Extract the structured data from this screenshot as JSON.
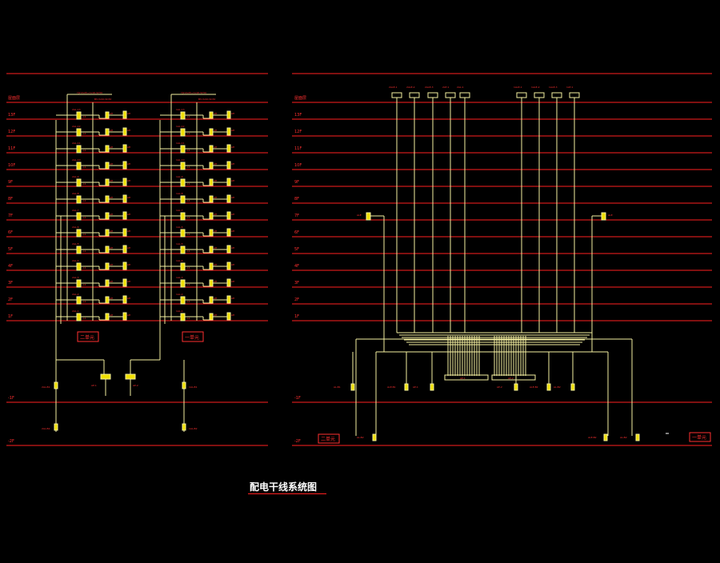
{
  "title": "配电干线系统图",
  "colors": {
    "background": "#000000",
    "floor_line": "#ff2020",
    "wire": "#f5f0a0",
    "breaker_fill": "#f0e000",
    "text_red": "#ff3030",
    "title": "#ffffff"
  },
  "floors": [
    "屋面层",
    "13F",
    "12F",
    "11F",
    "10F",
    "9F",
    "8F",
    "7F",
    "6F",
    "5F",
    "4F",
    "3F",
    "2F",
    "1F",
    "-1F",
    "-2F"
  ],
  "left_panel": {
    "tower_a_label": "二单元",
    "tower_b_label": "一单元",
    "top_note_a": "YJV-4x25+1x16-SC50",
    "top_note_b": "YJV-4x25+1x16-SC50",
    "top_note_a2": "BV-3x10-SC32",
    "top_note_b2": "BV-3x10-SC32"
  },
  "right_panel": {
    "left_box_label": "二单元",
    "right_box_label": "一单元",
    "bus_left_label": "AP-1",
    "bus_right_label": "AP-2",
    "top_panels": [
      "2ALE-1",
      "2ALE-2",
      "2ALE-3",
      "2AT-1",
      "2AL-1",
      "1ALE-1",
      "1ALE-2",
      "1ALE-3",
      "1AT-1"
    ]
  }
}
